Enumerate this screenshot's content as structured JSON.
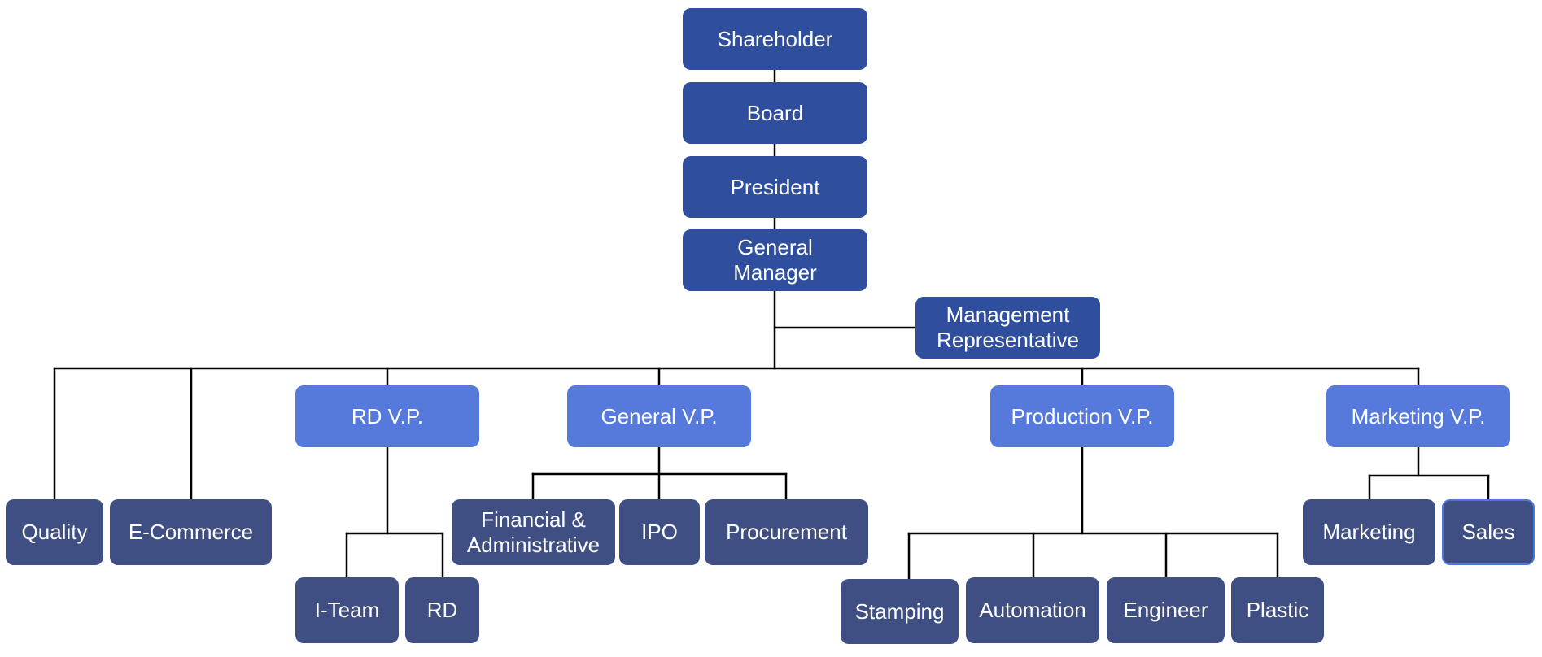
{
  "org_chart": {
    "colors": {
      "executive": "#2F4F9E",
      "vice_president": "#5679DC",
      "department": "#3F4F84",
      "text": "#FFFFFF",
      "connector": "#000000",
      "highlight_border": "#4A78E0"
    },
    "shareholder": "Shareholder",
    "board": "Board",
    "president": "President",
    "general_manager": "General Manager",
    "management_representative": "Management Representative",
    "direct_departments": [
      "Quality",
      "E-Commerce"
    ],
    "vice_presidents": [
      {
        "label": "RD V.P.",
        "departments": [
          "I-Team",
          "RD"
        ]
      },
      {
        "label": "General V.P.",
        "departments": [
          "Financial & Administrative",
          "IPO",
          "Procurement"
        ]
      },
      {
        "label": "Production V.P.",
        "departments": [
          "Stamping",
          "Automation",
          "Engineer",
          "Plastic"
        ]
      },
      {
        "label": "Marketing V.P.",
        "departments": [
          "Marketing",
          "Sales"
        ]
      }
    ]
  }
}
